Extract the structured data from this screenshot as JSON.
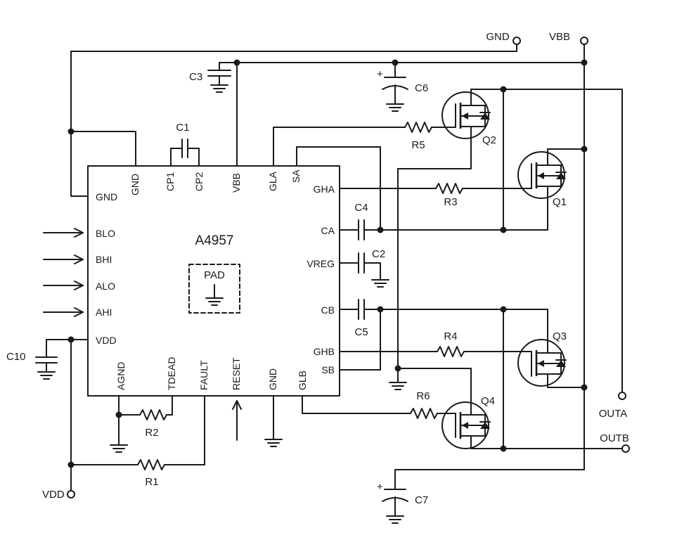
{
  "chip": {
    "name": "A4957",
    "pad_label": "PAD",
    "pins_left": [
      "GND",
      "BLO",
      "BHI",
      "ALO",
      "AHI",
      "VDD"
    ],
    "pins_top": [
      "GND",
      "CP1",
      "CP2",
      "VBB",
      "GLA",
      "SA"
    ],
    "pins_right": [
      "GHA",
      "CA",
      "VREG",
      "CB",
      "GHB",
      "SB"
    ],
    "pins_bottom": [
      "AGND",
      "TDEAD",
      "FAULT",
      "RESET",
      "GND",
      "GLB"
    ]
  },
  "capacitors": [
    "C1",
    "C2",
    "C3",
    "C4",
    "C5",
    "C6",
    "C7",
    "C10"
  ],
  "resistors": [
    "R1",
    "R2",
    "R3",
    "R4",
    "R5",
    "R6"
  ],
  "transistors": [
    "Q1",
    "Q2",
    "Q3",
    "Q4"
  ],
  "terminals": {
    "gnd": "GND",
    "vbb": "VBB",
    "outa": "OUTA",
    "outb": "OUTB",
    "vdd": "VDD"
  },
  "polarity_mark": "+",
  "colors": {
    "ink": "#1a1a1a",
    "background": "#ffffff"
  }
}
